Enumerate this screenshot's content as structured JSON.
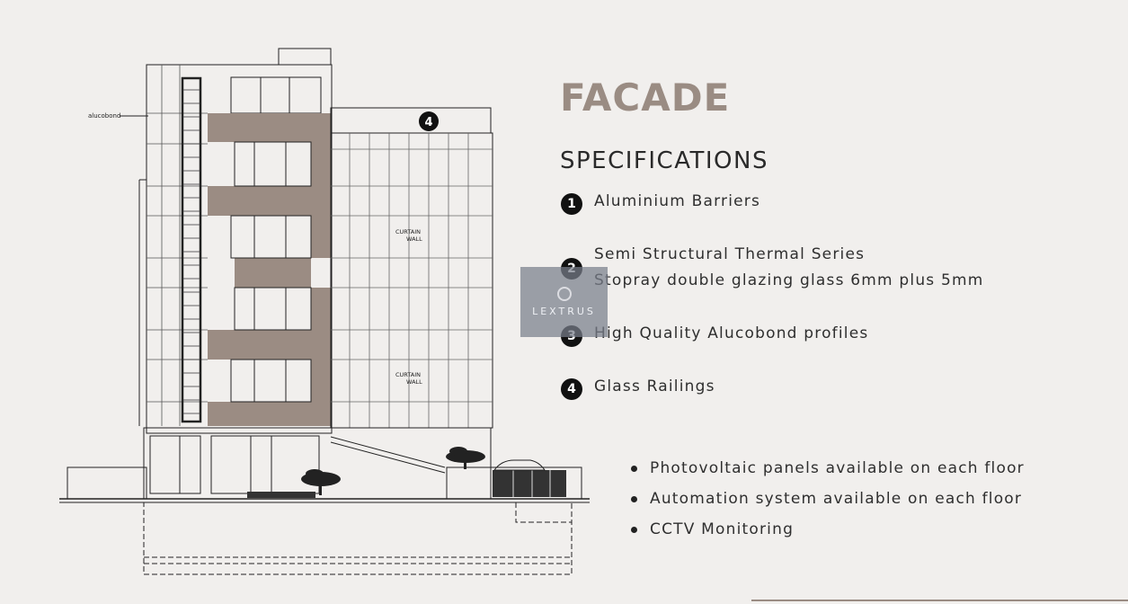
{
  "title": "FACADE",
  "subtitle": "SPECIFICATIONS",
  "specs": [
    {
      "num": "1",
      "lines": [
        "Aluminium Barriers"
      ]
    },
    {
      "num": "2",
      "lines": [
        "Semi Structural Thermal Series",
        "Stopray double glazing glass 6mm plus 5mm"
      ]
    },
    {
      "num": "3",
      "lines": [
        "High Quality Alucobond profiles"
      ]
    },
    {
      "num": "4",
      "lines": [
        "Glass Railings"
      ]
    }
  ],
  "features": [
    "Photovoltaic panels available on each floor",
    "Automation system available on each floor",
    "CCTV Monitoring"
  ],
  "drawing": {
    "alucobond_label": "alucobond",
    "curtain_wall_line1": "CURTAIN",
    "curtain_wall_line2": "WALL",
    "callout_number": "4",
    "accent_color": "#9b8c83"
  },
  "watermark": "LEXTRUS"
}
